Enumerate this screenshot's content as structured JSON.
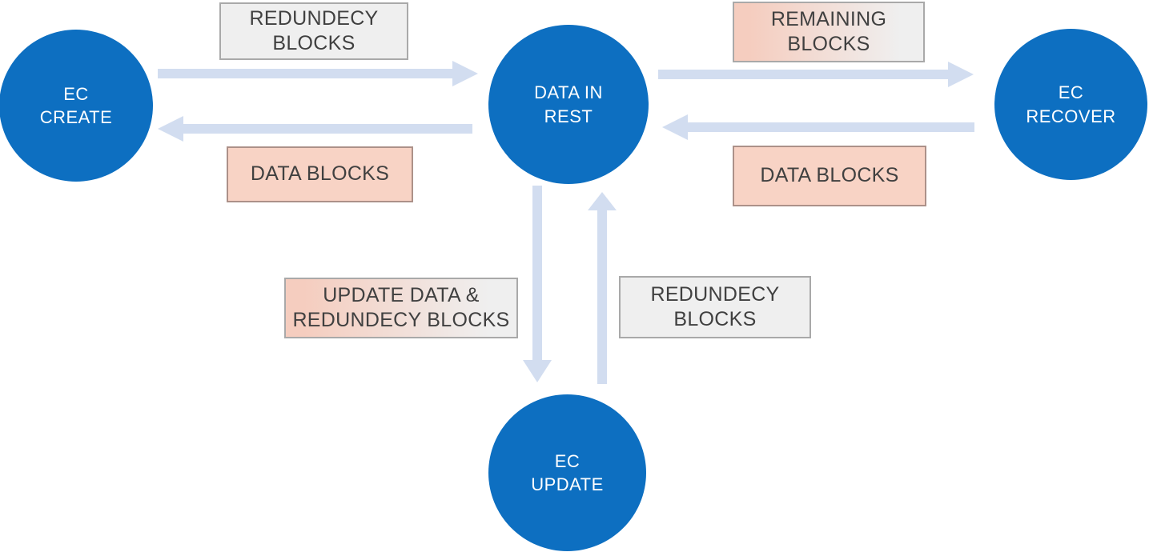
{
  "diagram": {
    "nodes": {
      "create": {
        "line1": "EC",
        "line2": "CREATE"
      },
      "rest": {
        "line1": "DATA IN",
        "line2": "REST"
      },
      "recover": {
        "line1": "EC",
        "line2": "RECOVER"
      },
      "update": {
        "line1": "EC",
        "line2": "UPDATE"
      }
    },
    "labels": {
      "redundancy_left": {
        "line1": "REDUNDECY",
        "line2": "BLOCKS"
      },
      "data_left": {
        "line1": "DATA BLOCKS"
      },
      "remaining": {
        "line1": "REMAINING",
        "line2": "BLOCKS"
      },
      "data_right": {
        "line1": "DATA BLOCKS"
      },
      "update_data": {
        "line1": "UPDATE DATA &",
        "line2": "REDUNDECY BLOCKS"
      },
      "redundancy_bottom": {
        "line1": "REDUNDECY",
        "line2": "BLOCKS"
      }
    },
    "colors": {
      "background": "#ffffff",
      "node_fill": "#0d6fc1",
      "node_text": "#ffffff",
      "arrow": "#d2ddf0",
      "box_gray_fill": "#efefef",
      "box_gray_border": "#a9a9a9",
      "box_pink_fill": "#f8d3c5",
      "box_pink_border": "#ac9189",
      "box_gradient_from": "#f5cdbf",
      "box_gradient_to": "#efefef",
      "box_text": "#404040"
    }
  }
}
